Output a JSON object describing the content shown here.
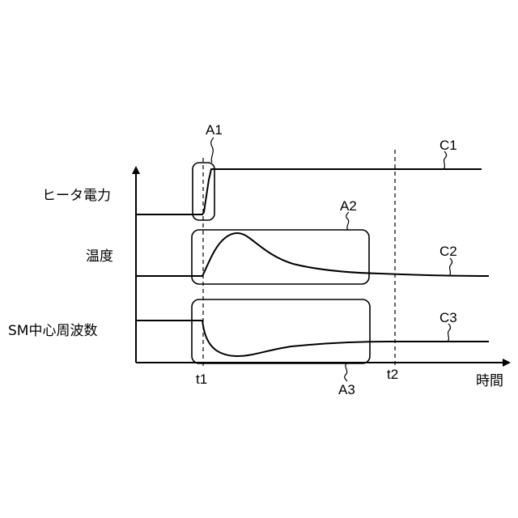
{
  "row_labels": {
    "heater_power": "ヒータ電力",
    "temperature": "温度",
    "sm_frequency": "SM中心周波数"
  },
  "region_labels": {
    "a1": "A1",
    "a2": "A2",
    "a3": "A3"
  },
  "curve_labels": {
    "c1": "C1",
    "c2": "C2",
    "c3": "C3"
  },
  "time_labels": {
    "t1": "t1",
    "t2": "t2"
  },
  "x_axis_label": "時間"
}
